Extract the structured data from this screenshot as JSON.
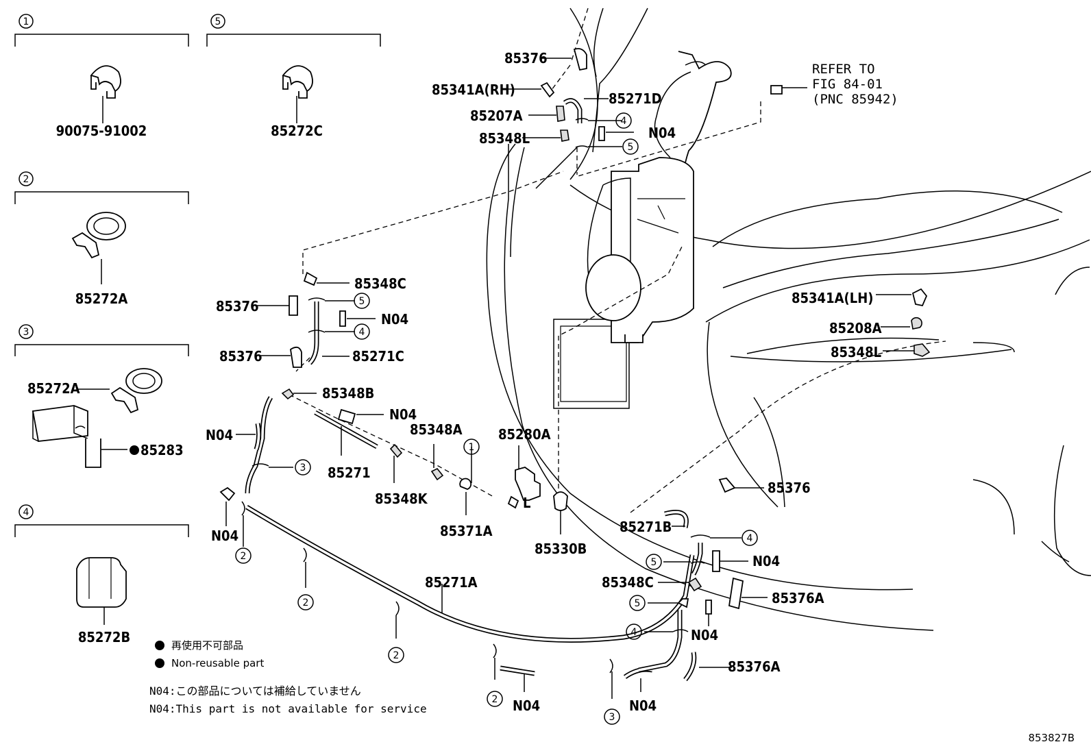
{
  "insets": [
    {
      "num": "1",
      "part": "90075-91002"
    },
    {
      "num": "5",
      "part": "85272C"
    },
    {
      "num": "2",
      "part": "85272A"
    },
    {
      "num": "3",
      "parts": [
        "85272A",
        "85283"
      ]
    },
    {
      "num": "4",
      "part": "85272B"
    }
  ],
  "refer": {
    "line1": "REFER TO",
    "line2": "FIG 84-01",
    "line3": "(PNC 85942)"
  },
  "labels": {
    "p85376_top": "85376",
    "p85341A_rh": "85341A(RH)",
    "p85271D": "85271D",
    "p85207A": "85207A",
    "p85348L_top": "85348L",
    "n04_top": "N04",
    "p85348C_left": "85348C",
    "p85376_a": "85376",
    "n04_left1": "N04",
    "p85376_b": "85376",
    "p85271C": "85271C",
    "p85348B": "85348B",
    "n04_mid": "N04",
    "n04_left2": "N04",
    "p85271": "85271",
    "p85348A": "85348A",
    "p85280A": "85280A",
    "p85348K": "85348K",
    "p85371A": "85371A",
    "p85330B": "85330B",
    "n04_left3": "N04",
    "p85341A_lh": "85341A(LH)",
    "p85208A": "85208A",
    "p85348L_right": "85348L",
    "p85376_right": "85376",
    "p85271B": "85271B",
    "n04_right1": "N04",
    "p85348C_right": "85348C",
    "p85376A_1": "85376A",
    "n04_right2": "N04",
    "p85376A_2": "85376A",
    "p85271A": "85271A",
    "n04_bottom1": "N04",
    "n04_bottom2": "N04",
    "bullet_marker": "●",
    "clip_L": "L"
  },
  "callouts": {
    "one": "1",
    "two": "2",
    "three": "3",
    "four": "4",
    "five": "5"
  },
  "legend": {
    "jp_nonreusable": "再使用不可部品",
    "en_nonreusable": "Non-reusable part",
    "n04_jp": "N04:この部品については補給していません",
    "n04_en": "N04:This part is not available for service"
  },
  "figure_id": "853827B"
}
